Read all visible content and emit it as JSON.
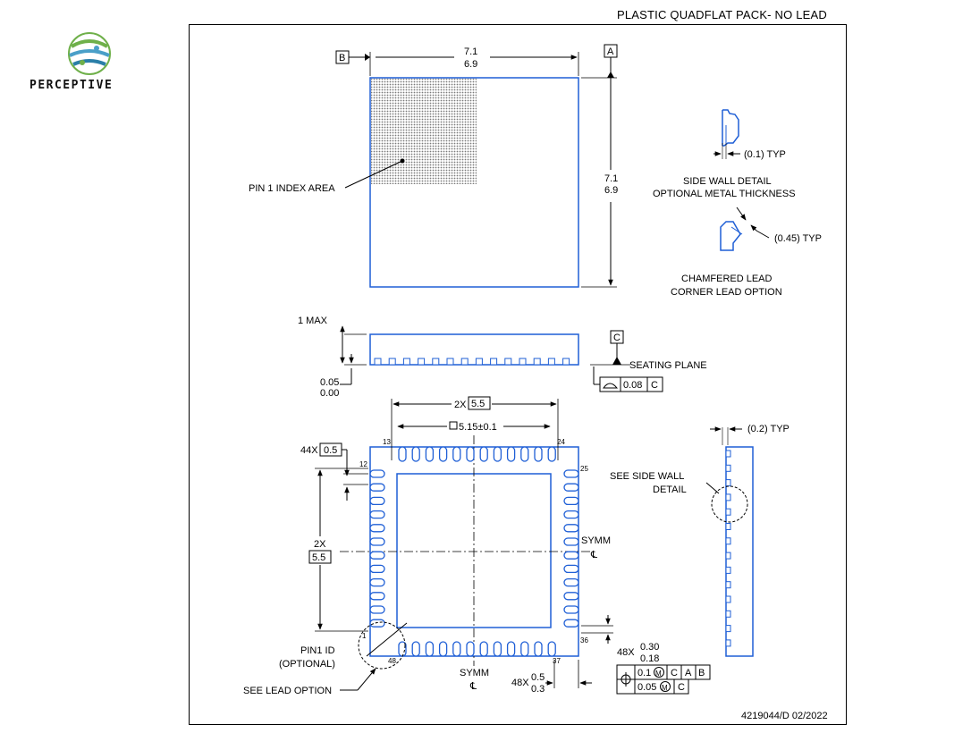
{
  "header": {
    "title": "PLASTIC QUADFLAT PACK- NO LEAD"
  },
  "logo": {
    "text": "PERCEPTIVE"
  },
  "footer": {
    "doc_number": "4219044/D  02/2022"
  },
  "top_view": {
    "datum_b": "B",
    "datum_a": "A",
    "width_max": "7.1",
    "width_min": "6.9",
    "height_max": "7.1",
    "height_min": "6.9",
    "pin1_index_area": "PIN 1 INDEX AREA"
  },
  "side_view": {
    "height_label": "1 MAX",
    "standoff_max": "0.05",
    "standoff_min": "0.00",
    "datum_c": "C",
    "seating_plane": "SEATING PLANE",
    "flatness_value": "0.08",
    "flatness_datum": "C"
  },
  "bottom_view": {
    "pitch_count_prefix": "2X",
    "pitch_span": "5.5",
    "pad_size": "5.15±0.1",
    "pin_13": "13",
    "pin_24": "24",
    "pin_12": "12",
    "pin_25": "25",
    "pin_1": "1",
    "pin_36": "36",
    "pin_48": "48",
    "pin_37": "37",
    "pitch_44x": "44X",
    "pitch_value": "0.5",
    "vert_2x": "2X",
    "vert_span": "5.5",
    "symm_right": "SYMM",
    "symm_bottom": "SYMM",
    "cl_symbol": "℄",
    "pin1_id": "PIN1 ID",
    "pin1_id_optional": "(OPTIONAL)",
    "see_lead_option": "SEE LEAD OPTION",
    "lead_width_prefix": "48X",
    "lead_width_max": "0.30",
    "lead_width_min": "0.18",
    "lead_length_prefix": "48X",
    "lead_length_max": "0.5",
    "lead_length_min": "0.3",
    "pos_tol_1": "0.1",
    "pos_tol_1_datums": [
      "C",
      "A",
      "B"
    ],
    "pos_tol_2": "0.05",
    "pos_tol_2_datum": "C",
    "mmc": "M"
  },
  "details": {
    "side_wall_typ": "(0.1) TYP",
    "side_wall_line1": "SIDE WALL DETAIL",
    "side_wall_line2": "OPTIONAL METAL THICKNESS",
    "chamfer_typ": "(0.45) TYP",
    "chamfer_line1": "CHAMFERED LEAD",
    "chamfer_line2": "CORNER LEAD OPTION",
    "side_typ": "(0.2) TYP",
    "see_side_wall": "SEE SIDE WALL",
    "detail": "DETAIL"
  },
  "colors": {
    "outline": "#1f5fd6",
    "hatch": "#7a7a7a",
    "ink": "#000000"
  }
}
